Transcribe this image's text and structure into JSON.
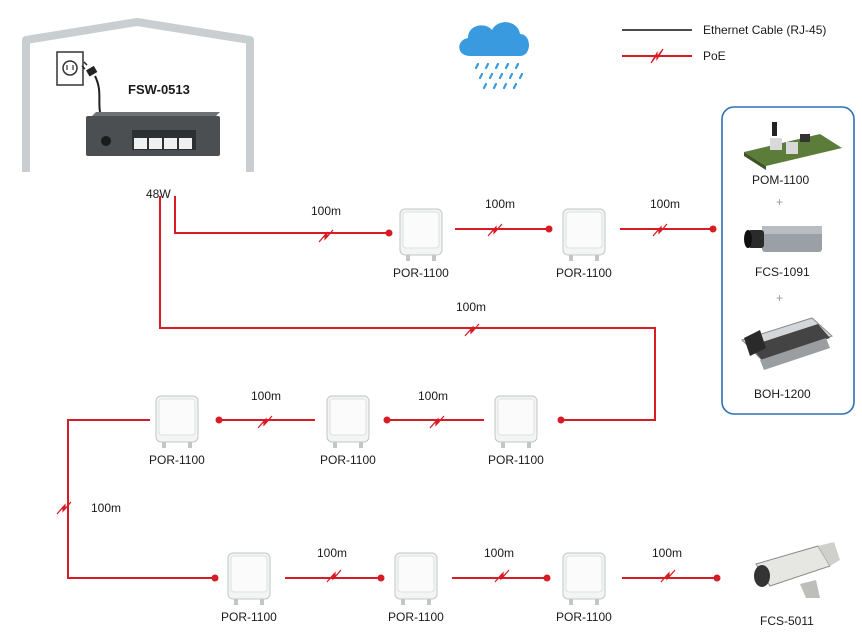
{
  "colors": {
    "poe": "#d81c25",
    "ethernet": "#111111",
    "house": "#c9cfd1",
    "device_frame": "#2f6fb3",
    "rain_cloud": "#3a9ae0"
  },
  "legend": {
    "ethernet_label": "Ethernet Cable (RJ-45)",
    "poe_label": "PoE"
  },
  "switch": {
    "name": "FSW-0513",
    "power": "48W",
    "icons": [
      "power-outlet-icon",
      "power-plug-icon",
      "poe-switch-icon",
      "rain-cloud-icon"
    ]
  },
  "distance": "100m",
  "repeater_label": "POR-1100",
  "devices": {
    "module": "POM-1100",
    "camera": "FCS-1091",
    "housing": "BOH-1200",
    "plus": "+"
  },
  "end_camera": "FCS-5011"
}
